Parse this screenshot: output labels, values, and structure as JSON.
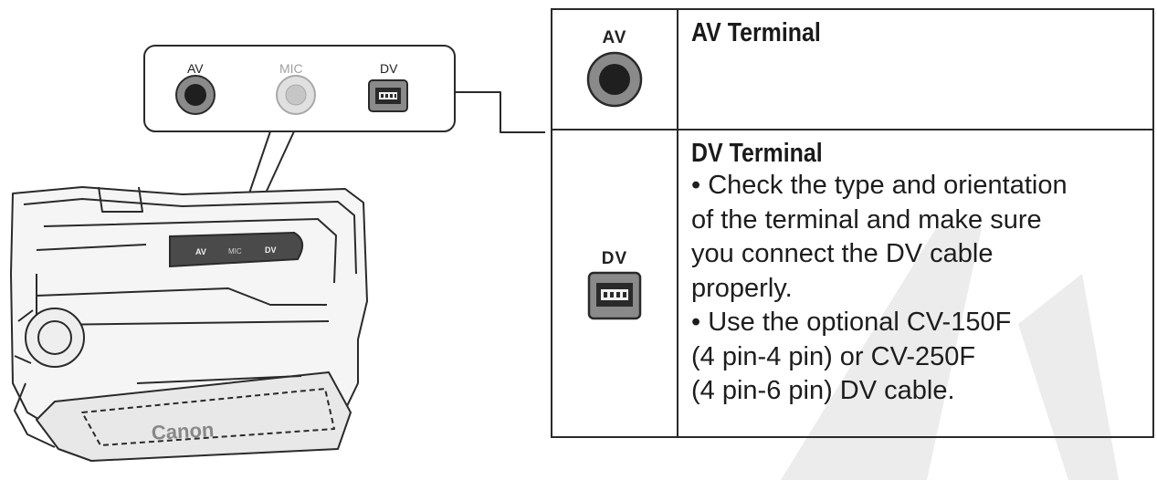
{
  "camcorder": {
    "panel_labels": {
      "av": "AV",
      "mic": "MIC",
      "dv": "DV"
    },
    "body_labels": {
      "av": "AV",
      "mic": "MIC",
      "dv": "DV"
    },
    "brand": "Canon"
  },
  "terminals": [
    {
      "icon_label": "AV",
      "icon": "av-jack-icon",
      "title": "AV Terminal",
      "notes": []
    },
    {
      "icon_label": "DV",
      "icon": "dv-port-icon",
      "title": "DV Terminal",
      "notes": [
        "• Check the type and orientation",
        "of the terminal and make sure",
        "you connect the DV cable",
        "properly.",
        "• Use the optional CV-150F",
        "(4 pin-4 pin) or CV-250F",
        "(4 pin-6 pin) DV cable."
      ]
    }
  ],
  "colors": {
    "line": "#2a2a2a",
    "body_fill": "#f3f3f3",
    "port_fill": "#4a4a4a",
    "mic_gray": "#a0a0a0",
    "watermark": "#ebebeb"
  }
}
